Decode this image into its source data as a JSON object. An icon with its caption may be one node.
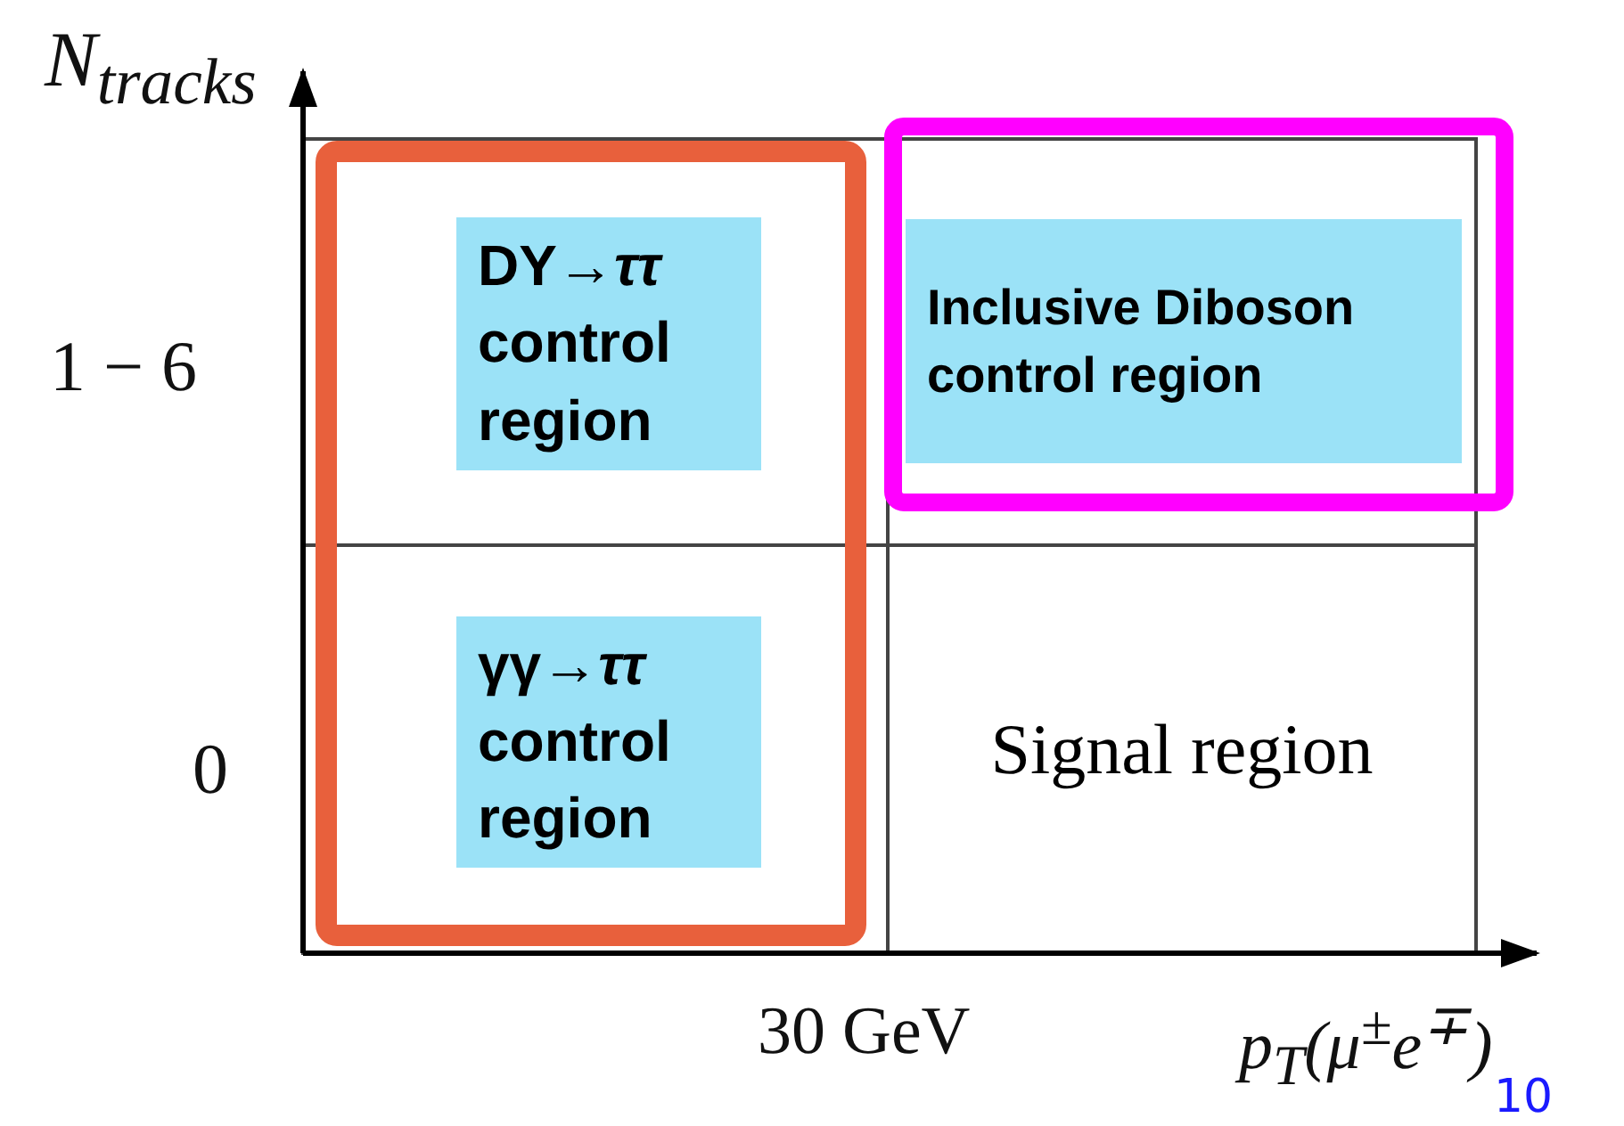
{
  "diagram": {
    "nodes": [
      {
        "text": [
          "DY→*ττ* control region"
        ]
      },
      {
        "text": [
          "Inclusive Diboson control region"
        ]
      },
      {
        "text": [
          "γγ→*ττ* control region"
        ]
      },
      {
        "text": [
          "Signal region"
        ]
      }
    ],
    "edges": [],
    "labels": [
      "N$_{tracks}$",
      "1 − 6",
      "0",
      "30 GeV",
      "p$_{T}$(μ$^{±}$e$^{∓}$)",
      "10"
    ]
  }
}
